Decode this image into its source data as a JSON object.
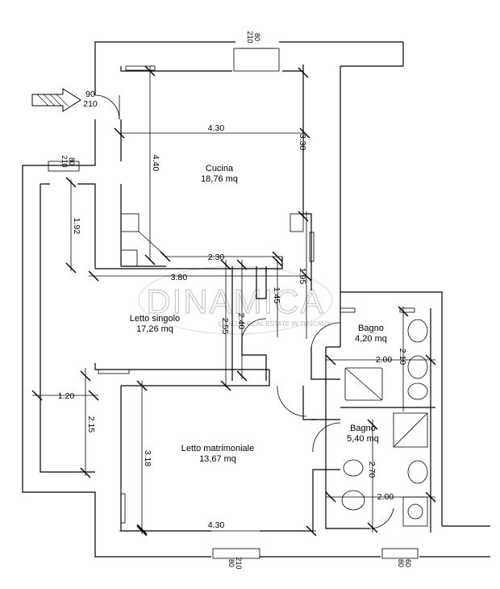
{
  "rooms": {
    "cucina": {
      "name": "Cucina",
      "area": "18,76 mq"
    },
    "letto_singolo": {
      "name": "Letto singolo",
      "area": "17,26 mq"
    },
    "letto_matrimoniale": {
      "name": "Letto matrimoniale",
      "area": "13,67 mq"
    },
    "bagno1": {
      "name": "Bagno",
      "area": "4,20 mq"
    },
    "bagno2": {
      "name": "Bagno",
      "area": "5,40 mq"
    }
  },
  "dimensions": {
    "cucina_width": "4.30",
    "cucina_height": "4.40",
    "cucina_right": "3.30",
    "corridor_width": "2.30",
    "singolo_width": "3.80",
    "left_1_92": "1.92",
    "right_1_95": "1.95",
    "closet_1_45": "1.45",
    "closet_2_40": "2.40",
    "singolo_2_55": "2.55",
    "left_1_20": "1.20",
    "left_2_15": "2.15",
    "matri_height": "3.18",
    "matri_width": "4.30",
    "bagno1_width": "2.00",
    "bagno1_height": "2.10",
    "bagno2_width": "2.00",
    "bagno2_height": "2.70"
  },
  "windows": {
    "top_w": "80",
    "top_h": "210",
    "left_w": "80",
    "left_h": "210",
    "door_w": "90",
    "door_h": "210",
    "bottom_left_w": "80",
    "bottom_left_h": "210",
    "bottom_right_w": "80",
    "bottom_right_h": "60"
  },
  "watermark": {
    "brand": "DINAMICA",
    "tagline": "QUALITY REAL ESTATE IN TUSCANY"
  }
}
